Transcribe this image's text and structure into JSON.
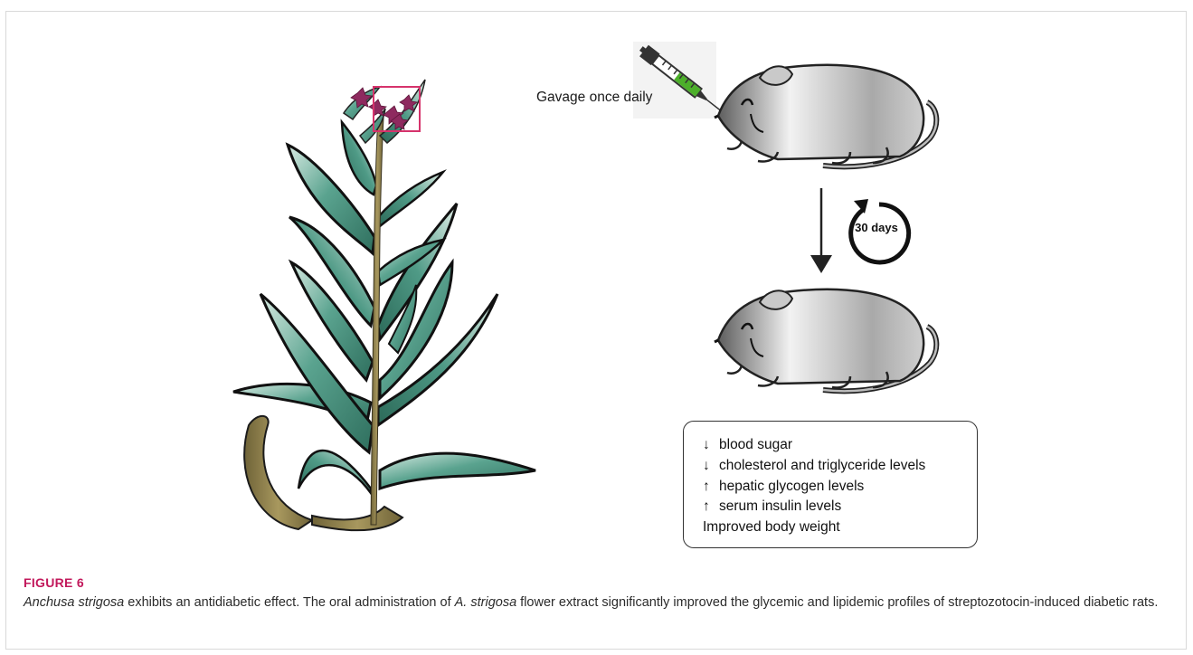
{
  "figure": {
    "label": "FIGURE 6",
    "caption_parts": [
      {
        "text": "Anchusa strigosa",
        "italic": true
      },
      {
        "text": " exhibits an antidiabetic effect. The oral administration of ",
        "italic": false
      },
      {
        "text": "A. strigosa",
        "italic": true
      },
      {
        "text": " flower extract significantly improved the glycemic and lipidemic profiles of streptozotocin-induced diabetic rats.",
        "italic": false
      }
    ]
  },
  "diagram": {
    "gavage_label": "Gavage once daily",
    "cycle_label": "30 days",
    "effects": [
      {
        "arrow": "↓",
        "text": "blood sugar"
      },
      {
        "arrow": "↓",
        "text": "cholesterol and triglyceride levels"
      },
      {
        "arrow": "↑",
        "text": "hepatic glycogen levels"
      },
      {
        "arrow": "↑",
        "text": "serum insulin levels"
      },
      {
        "arrow": "",
        "text": "Improved body weight"
      }
    ]
  },
  "colors": {
    "figure_label": "#c2185b",
    "leaf": "#4f9a86",
    "stem": "#8a7a4a",
    "flower": "#8e2a5f",
    "highlight_box": "#d6336c",
    "syringe_liquid": "#4caf2a",
    "rat_body": "#9a9a9a"
  }
}
